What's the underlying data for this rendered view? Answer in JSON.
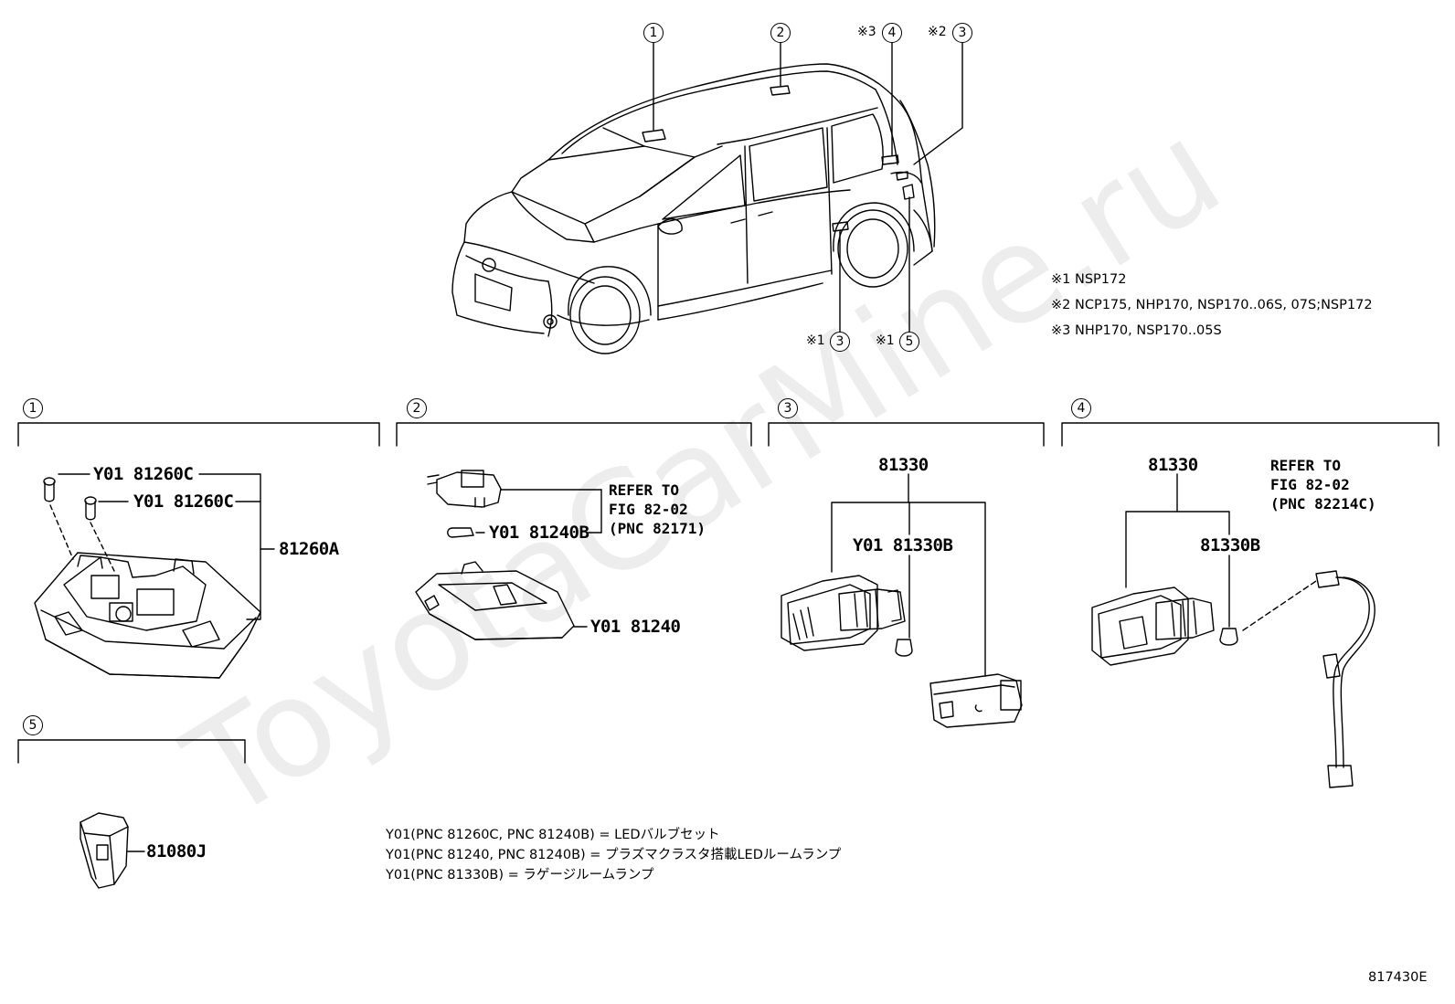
{
  "watermark": "ToyotaCarMine.ru",
  "figure_id": "817430E",
  "car_callouts": {
    "c1": "1",
    "c2": "2",
    "c4": "4",
    "c3_rear": "3",
    "c3_side": "3",
    "c5": "5",
    "note_c4": "※3",
    "note_c3_rear": "※2",
    "note_c3_side": "※1",
    "note_c5": "※1"
  },
  "model_notes": [
    "※1 NSP172",
    "※2 NCP175, NHP170, NSP170..06S, 07S;NSP172",
    "※3 NHP170, NSP170..05S"
  ],
  "sections": {
    "s1": {
      "num": "1",
      "part_a": "Y01 81260C",
      "part_b": "Y01 81260C",
      "assembly": "81260A"
    },
    "s2": {
      "num": "2",
      "bulb": "Y01 81240B",
      "housing": "Y01 81240",
      "ref": [
        "REFER TO",
        "FIG 82-02",
        "(PNC 82171)"
      ]
    },
    "s3": {
      "num": "3",
      "assembly": "81330",
      "bulb": "Y01 81330B"
    },
    "s4": {
      "num": "4",
      "assembly": "81330",
      "bulb": "81330B",
      "ref": [
        "REFER TO",
        "FIG 82-02",
        "(PNC 82214C)"
      ]
    },
    "s5": {
      "num": "5",
      "part": "81080J"
    }
  },
  "legend": [
    "Y01(PNC 81260C, PNC 81240B) = LEDバルブセット",
    "Y01(PNC 81240, PNC 81240B) = プラズマクラスタ搭載LEDルームランプ",
    "Y01(PNC 81330B) = ラゲージルームランプ"
  ]
}
